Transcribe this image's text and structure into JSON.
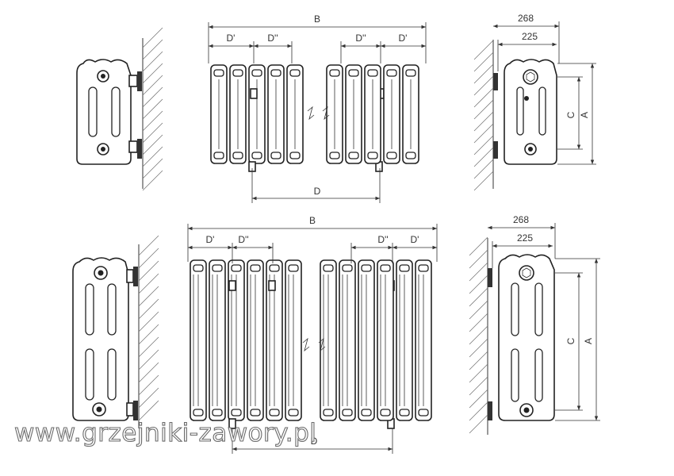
{
  "watermark": "www.grzejniki-zawory.pl",
  "top": {
    "dims": {
      "B": "B",
      "D1_left": "D'",
      "D2_left": "D''",
      "D2_right": "D''",
      "D1_right": "D'",
      "D": "D",
      "w268": "268",
      "w225": "225",
      "C": "C",
      "A": "A"
    }
  },
  "bottom": {
    "dims": {
      "B": "B",
      "D1_left": "D'",
      "D2_left": "D''",
      "D2_right": "D''",
      "D1_right": "D'",
      "D": "D",
      "w268": "268",
      "w225": "225",
      "C": "C",
      "A": "A"
    }
  }
}
